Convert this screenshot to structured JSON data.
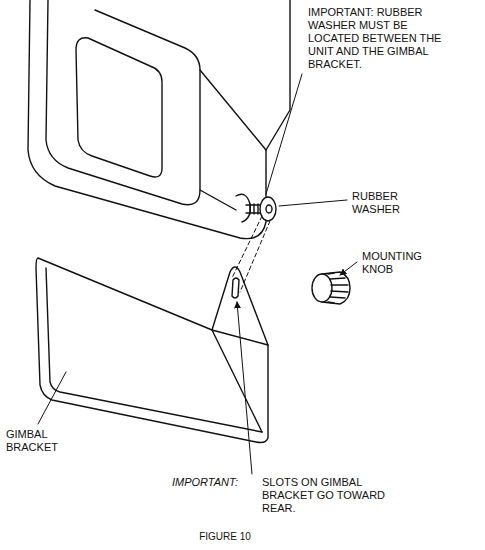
{
  "diagram": {
    "caption": "FIGURE 10",
    "labels": [
      "IMPORTANT: RUBBER WASHER MUST BE LOCATED BETWEEN THE UNIT AND THE GIMBAL BRACKET.",
      "RUBBER WASHER",
      "MOUNTING KNOB",
      "GIMBAL BRACKET",
      "IMPORTANT:",
      "SLOTS ON GIMBAL BRACKET GO TOWARD REAR."
    ]
  }
}
